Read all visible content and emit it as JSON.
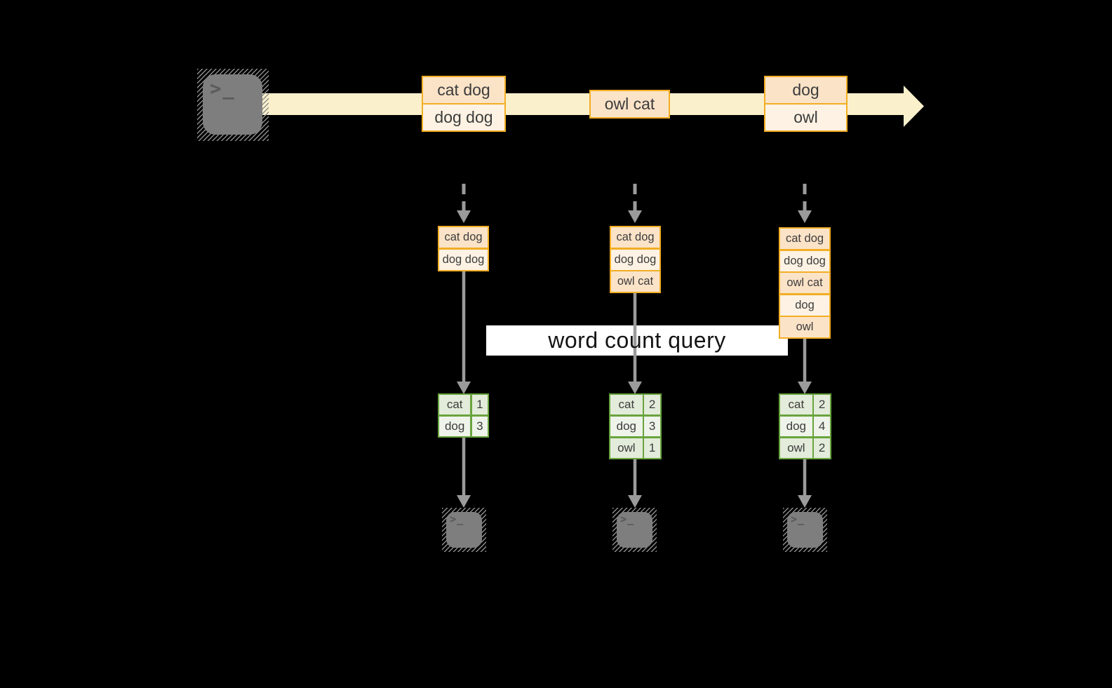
{
  "query_label": "word count query",
  "icons": {
    "terminal_prompt": ">_"
  },
  "stream": {
    "events": [
      {
        "lines": [
          "cat dog",
          "dog dog"
        ]
      },
      {
        "lines": [
          "owl cat"
        ]
      },
      {
        "lines": [
          "dog",
          "owl"
        ]
      }
    ]
  },
  "columns": [
    {
      "state": [
        "cat dog",
        "dog dog"
      ],
      "counts": [
        {
          "word": "cat",
          "count": 1
        },
        {
          "word": "dog",
          "count": 3
        }
      ]
    },
    {
      "state": [
        "cat dog",
        "dog dog",
        "owl cat"
      ],
      "counts": [
        {
          "word": "cat",
          "count": 2
        },
        {
          "word": "dog",
          "count": 3
        },
        {
          "word": "owl",
          "count": 1
        }
      ]
    },
    {
      "state": [
        "cat dog",
        "dog dog",
        "owl cat",
        "dog",
        "owl"
      ],
      "counts": [
        {
          "word": "cat",
          "count": 2
        },
        {
          "word": "dog",
          "count": 4
        },
        {
          "word": "owl",
          "count": 2
        }
      ]
    }
  ],
  "colors": {
    "background": "#000000",
    "stream_band": "#fbf0cc",
    "event_border": "#f2ae24",
    "event_fill_dark": "#fbe3c8",
    "event_fill_light": "#fdf2e3",
    "table_border": "#69a43e",
    "table_fill_dark": "#e3ecda",
    "table_fill_light": "#eef4ea",
    "arrow_gray": "#9b9b9b",
    "terminal_gray": "#7e7e7e",
    "query_band": "#ffffff",
    "text": "#3c3c3c"
  }
}
